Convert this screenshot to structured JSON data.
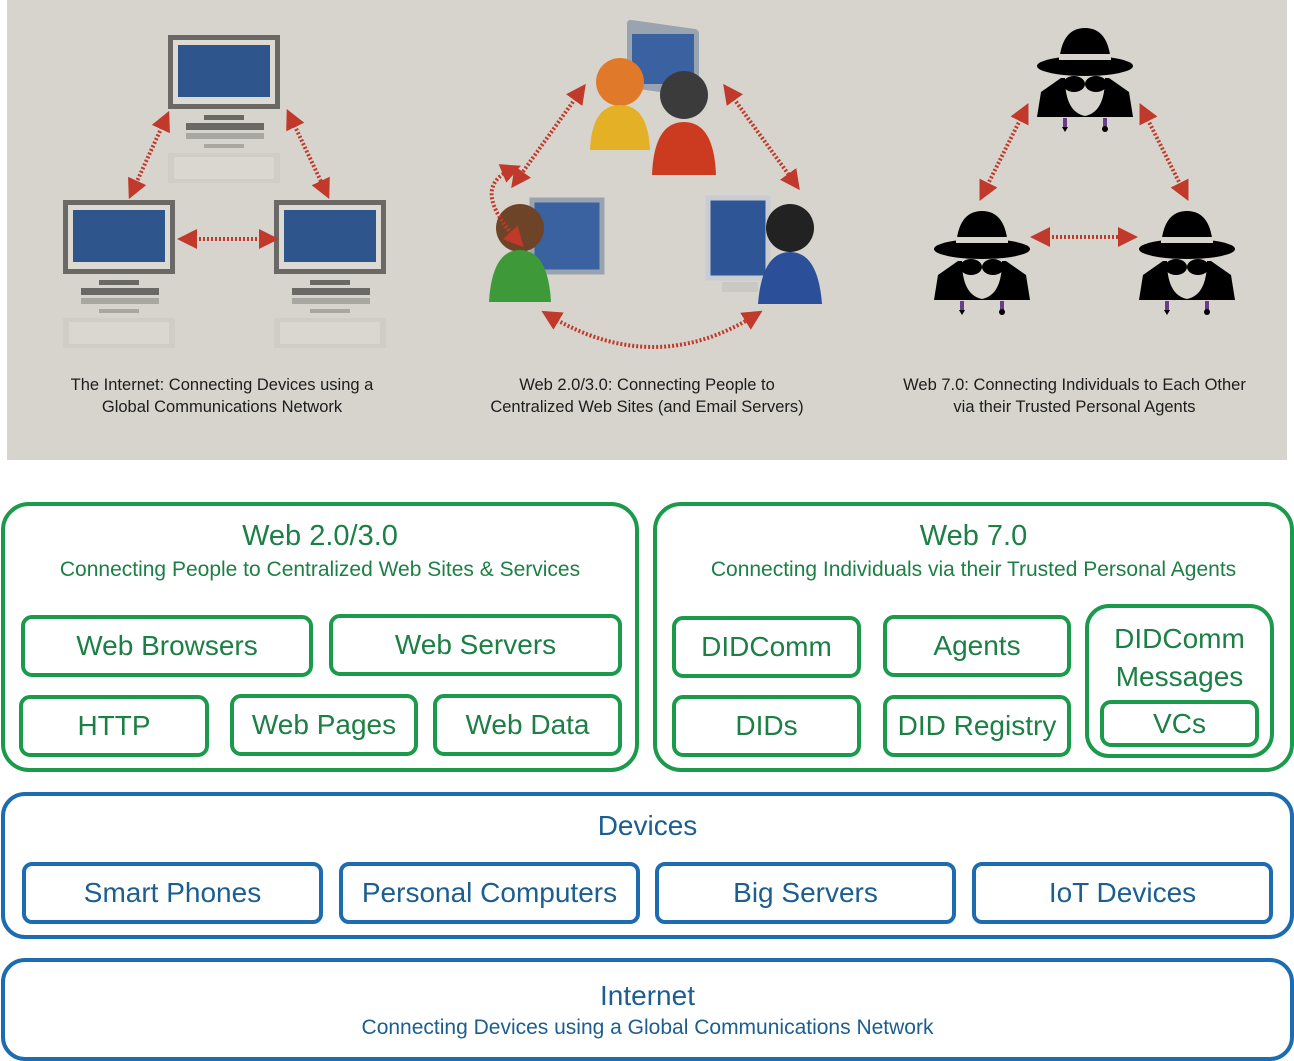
{
  "illustrations": [
    {
      "caption_line1": "The Internet: Connecting Devices using a",
      "caption_line2": "Global Communications Network",
      "icon": "networked-computers"
    },
    {
      "caption_line1": "Web 2.0/3.0: Connecting People to",
      "caption_line2": "Centralized Web Sites (and Email Servers)",
      "icon": "people-at-computers"
    },
    {
      "caption_line1": "Web 7.0: Connecting Individuals to Each Other",
      "caption_line2": "via their Trusted Personal Agents",
      "icon": "spy-agents"
    }
  ],
  "web23": {
    "title": "Web 2.0/3.0",
    "subtitle": "Connecting People to Centralized Web Sites & Services",
    "items": [
      "Web Browsers",
      "Web Servers",
      "HTTP",
      "Web Pages",
      "Web Data"
    ]
  },
  "web7": {
    "title": "Web 7.0",
    "subtitle": "Connecting Individuals via their Trusted Personal Agents",
    "items": [
      "DIDComm",
      "Agents",
      "DIDs",
      "DID Registry"
    ],
    "messages_line1": "DIDComm",
    "messages_line2": "Messages",
    "vcs": "VCs"
  },
  "devices": {
    "title": "Devices",
    "items": [
      "Smart Phones",
      "Personal Computers",
      "Big Servers",
      "IoT Devices"
    ]
  },
  "internet": {
    "title": "Internet",
    "subtitle": "Connecting Devices using a Global Communications Network"
  },
  "colors": {
    "panel_bg": "#d6d4cc",
    "green": "#1a9a4a",
    "green_text": "#1c7f45",
    "blue": "#1d6cb0",
    "blue_text": "#1b5e8f",
    "arrow_red": "#c0392b",
    "screen_blue": "#2f568c"
  }
}
